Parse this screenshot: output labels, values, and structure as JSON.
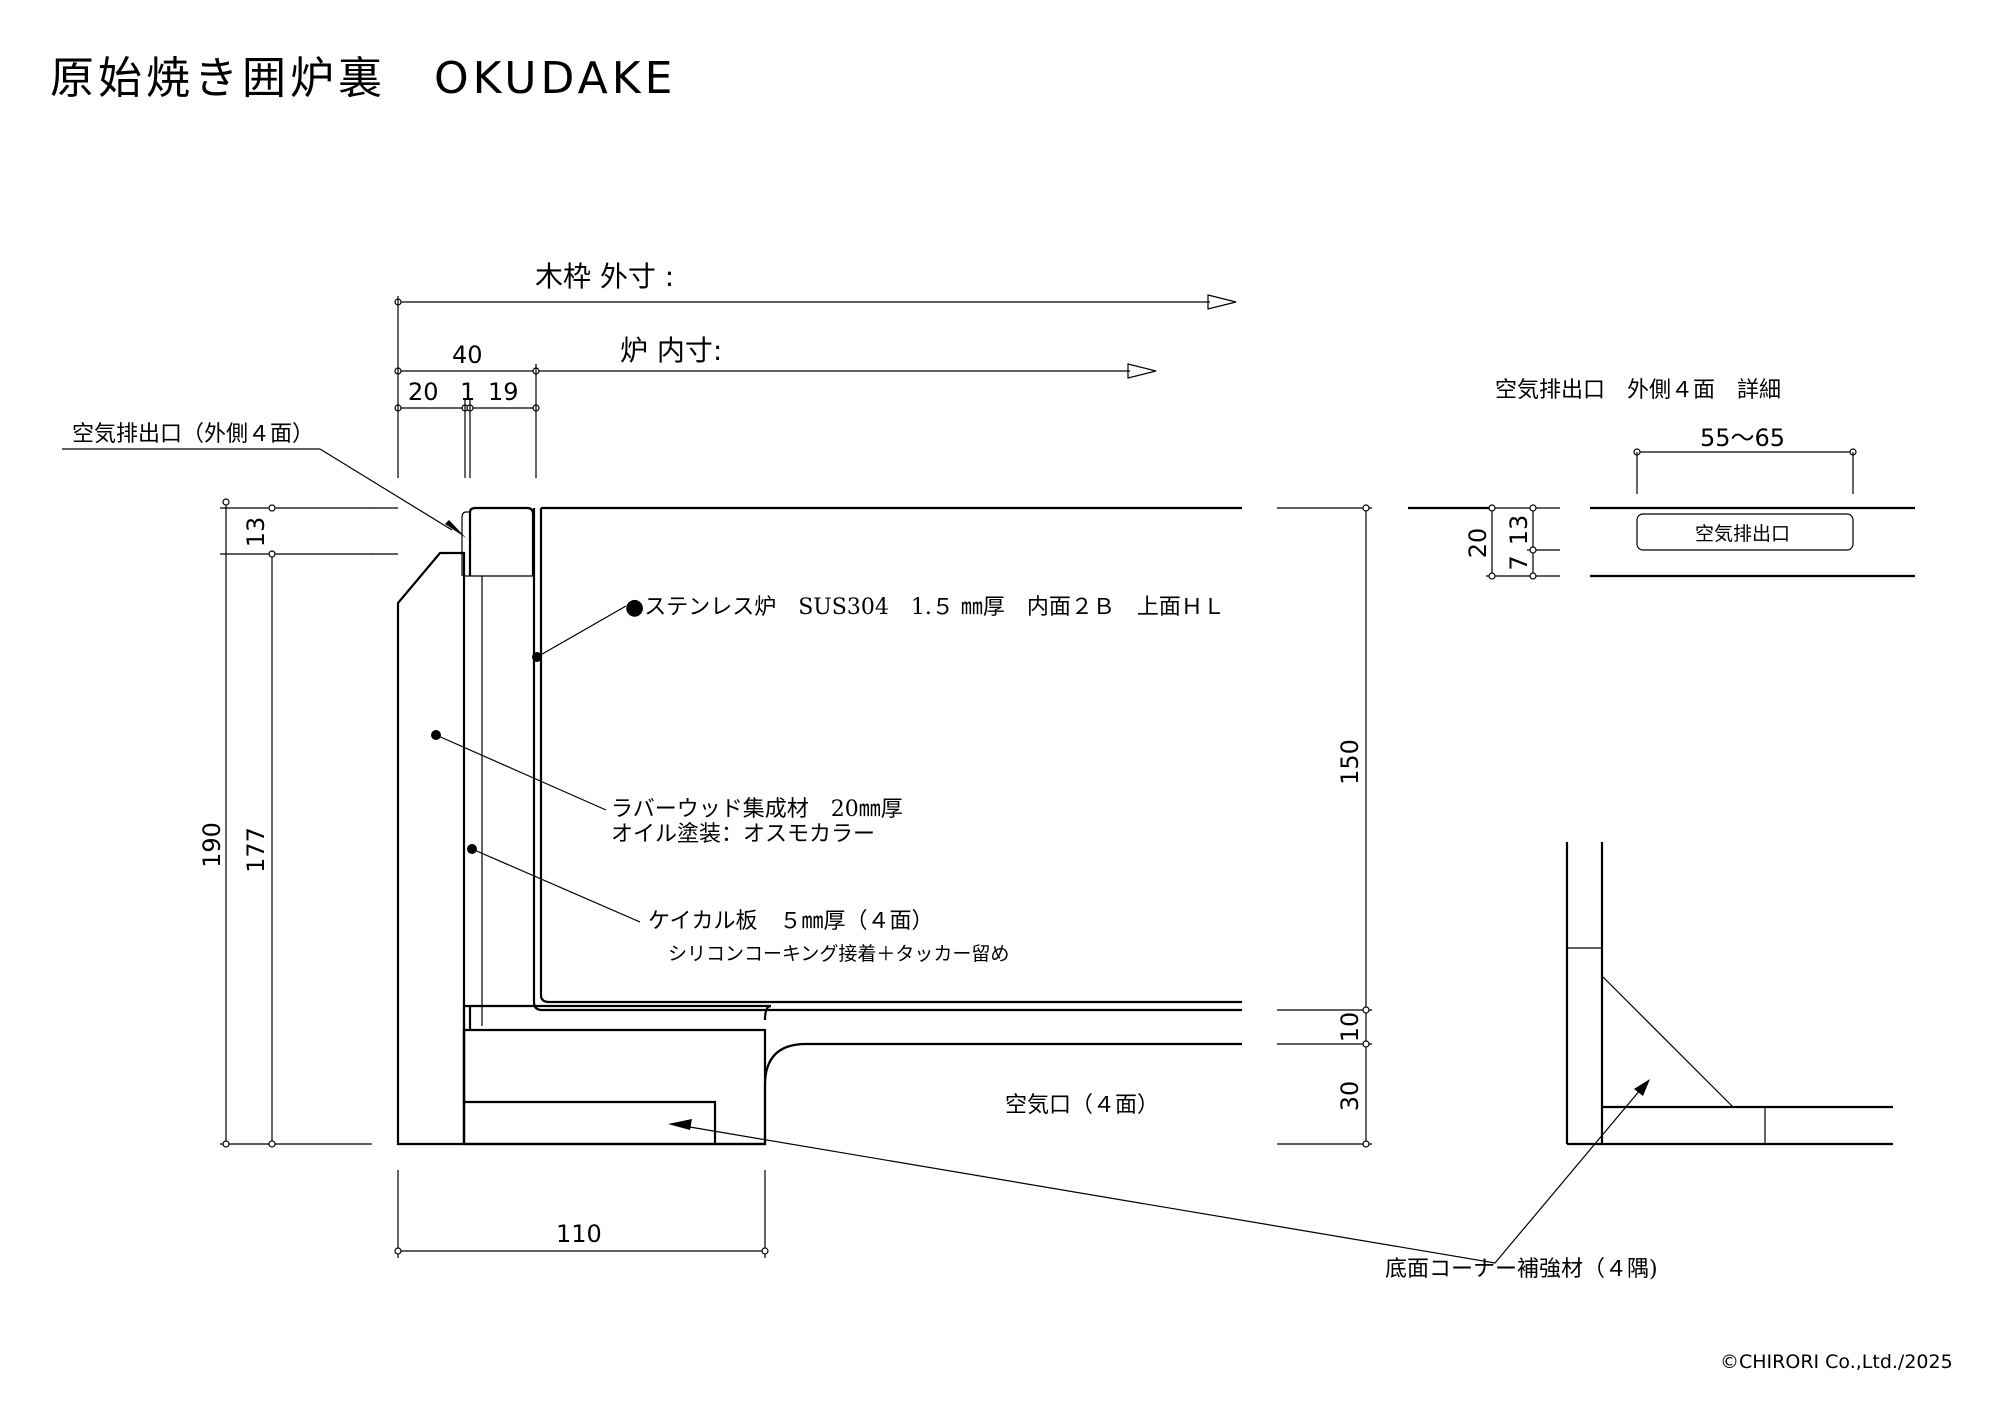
{
  "title": "原始焼き囲炉裏　OKUDAKE",
  "header": {
    "outer_dim_label": "木枠 外寸 :",
    "inner_dim_label": "炉 内寸:"
  },
  "dimensions": {
    "top_40": "40",
    "top_20": "20",
    "top_1": "1",
    "top_19": "19",
    "left_190": "190",
    "left_13": "13",
    "left_177": "177",
    "right_150": "150",
    "right_10": "10",
    "right_30": "30",
    "bottom_110": "110"
  },
  "labels": {
    "vent_outer": "空気排出口（外側４面）",
    "stainless": "●ステンレス炉　SUS304　1.５ ㎜厚　内面２Ｂ　上面ＨＬ",
    "rubberwood_1": "ラバーウッド集成材　20㎜厚",
    "rubberwood_2": "オイル塗装：オスモカラー",
    "calcium_1": "ケイカル板　５㎜厚（４面）",
    "calcium_2": "シリコンコーキング接着＋タッカー留め",
    "air_inlet": "空気口（４面）",
    "corner": "底面コーナー補強材（４隅)"
  },
  "detail": {
    "title": "空気排出口　外側４面　詳細",
    "width": "55～65",
    "slot_label": "空気排出口",
    "dim_20": "20",
    "dim_13": "13",
    "dim_7": "7"
  },
  "copyright": "©CHIRORI Co.,Ltd./2025"
}
